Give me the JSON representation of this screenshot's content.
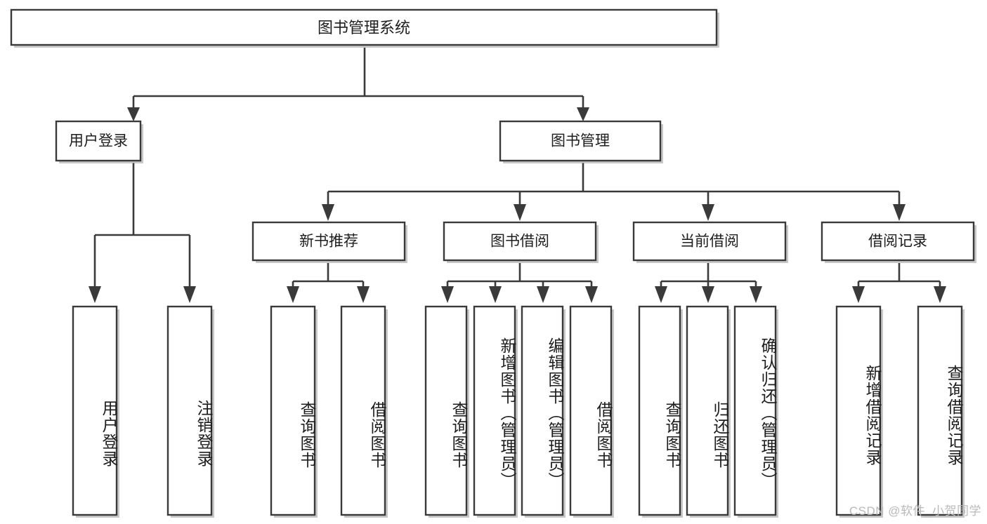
{
  "diagram": {
    "title": "图书管理系统",
    "watermark": "CSDN @软件_小贺同学",
    "style": {
      "box_stroke": "#3a3a3a",
      "box_fill": "#ffffff",
      "text_color": "#1d1d1d",
      "watermark_color": "#b9b9b9",
      "background": "#ffffff"
    },
    "levels": {
      "root": {
        "label": "图书管理系统"
      },
      "level2": [
        {
          "label": "用户登录"
        },
        {
          "label": "图书管理"
        }
      ],
      "level3": [
        {
          "label": "新书推荐"
        },
        {
          "label": "图书借阅"
        },
        {
          "label": "当前借阅"
        },
        {
          "label": "借阅记录"
        }
      ],
      "leaves": {
        "user_login": [
          {
            "label": "用户登录"
          },
          {
            "label": "注销登录"
          }
        ],
        "new_book_recommend": [
          {
            "label": "查询图书"
          },
          {
            "label": "借阅图书"
          }
        ],
        "book_borrow": [
          {
            "label": "查询图书"
          },
          {
            "label": "新增图书（管理员）"
          },
          {
            "label": "编辑图书（管理员）"
          },
          {
            "label": "借阅图书"
          }
        ],
        "current_borrow": [
          {
            "label": "查询图书"
          },
          {
            "label": "归还图书"
          },
          {
            "label": "确认归还（管理员）"
          }
        ],
        "borrow_records": [
          {
            "label": "新增借阅记录"
          },
          {
            "label": "查询借阅记录"
          }
        ]
      }
    }
  }
}
